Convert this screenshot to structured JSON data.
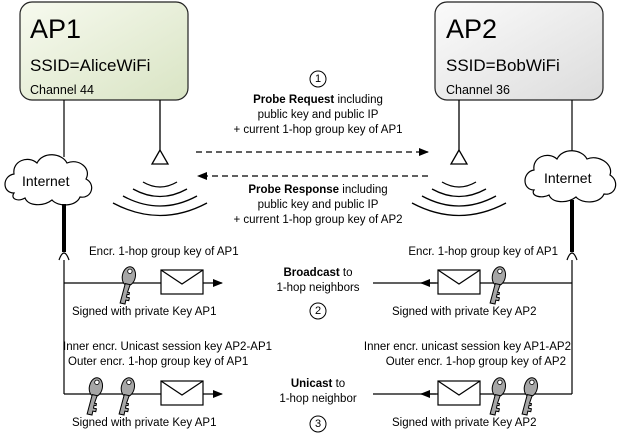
{
  "ap1": {
    "name": "AP1",
    "ssid": "SSID=AliceWiFi",
    "channel": "Channel 44",
    "fill": "#ebf1de"
  },
  "ap2": {
    "name": "AP2",
    "ssid": "SSID=BobWiFi",
    "channel": "Channel 36",
    "fill": "#f2f2f2"
  },
  "internet_left": "Internet",
  "internet_right": "Internet",
  "step1": {
    "number": "1",
    "bold": "Probe Request",
    "rest": " including",
    "line2": "public key and public IP",
    "line3": "+ current 1-hop group key of AP1"
  },
  "step_response": {
    "bold": "Probe Response",
    "rest": " including",
    "line2": "public key and public IP",
    "line3": "+ current 1-hop group key of AP2"
  },
  "step2": {
    "number": "2",
    "left_top": "Encr. 1-hop group key of AP1",
    "right_top": "Encr. 1-hop group key of AP1",
    "center_bold": "Broadcast",
    "center_rest": " to",
    "center_line2": "1-hop neighbors",
    "left_bottom": "Signed with private Key AP1",
    "right_bottom": "Signed with private Key AP2"
  },
  "step3": {
    "number": "3",
    "left_top1": "Inner encr. Unicast session key AP2-AP1",
    "left_top2": "Outer encr. 1-hop group key of AP1",
    "right_top1": "Inner encr. unicast session key AP1-AP2",
    "right_top2": "Outer encr. 1-hop group key of AP2",
    "center_bold": "Unicast",
    "center_rest": " to",
    "center_line2": "1-hop neighbor",
    "left_bottom": "Signed with private Key AP1",
    "right_bottom": "Signed with private Key AP2"
  },
  "colors": {
    "key_fill": "#a6a6a6",
    "stroke": "#000000"
  }
}
